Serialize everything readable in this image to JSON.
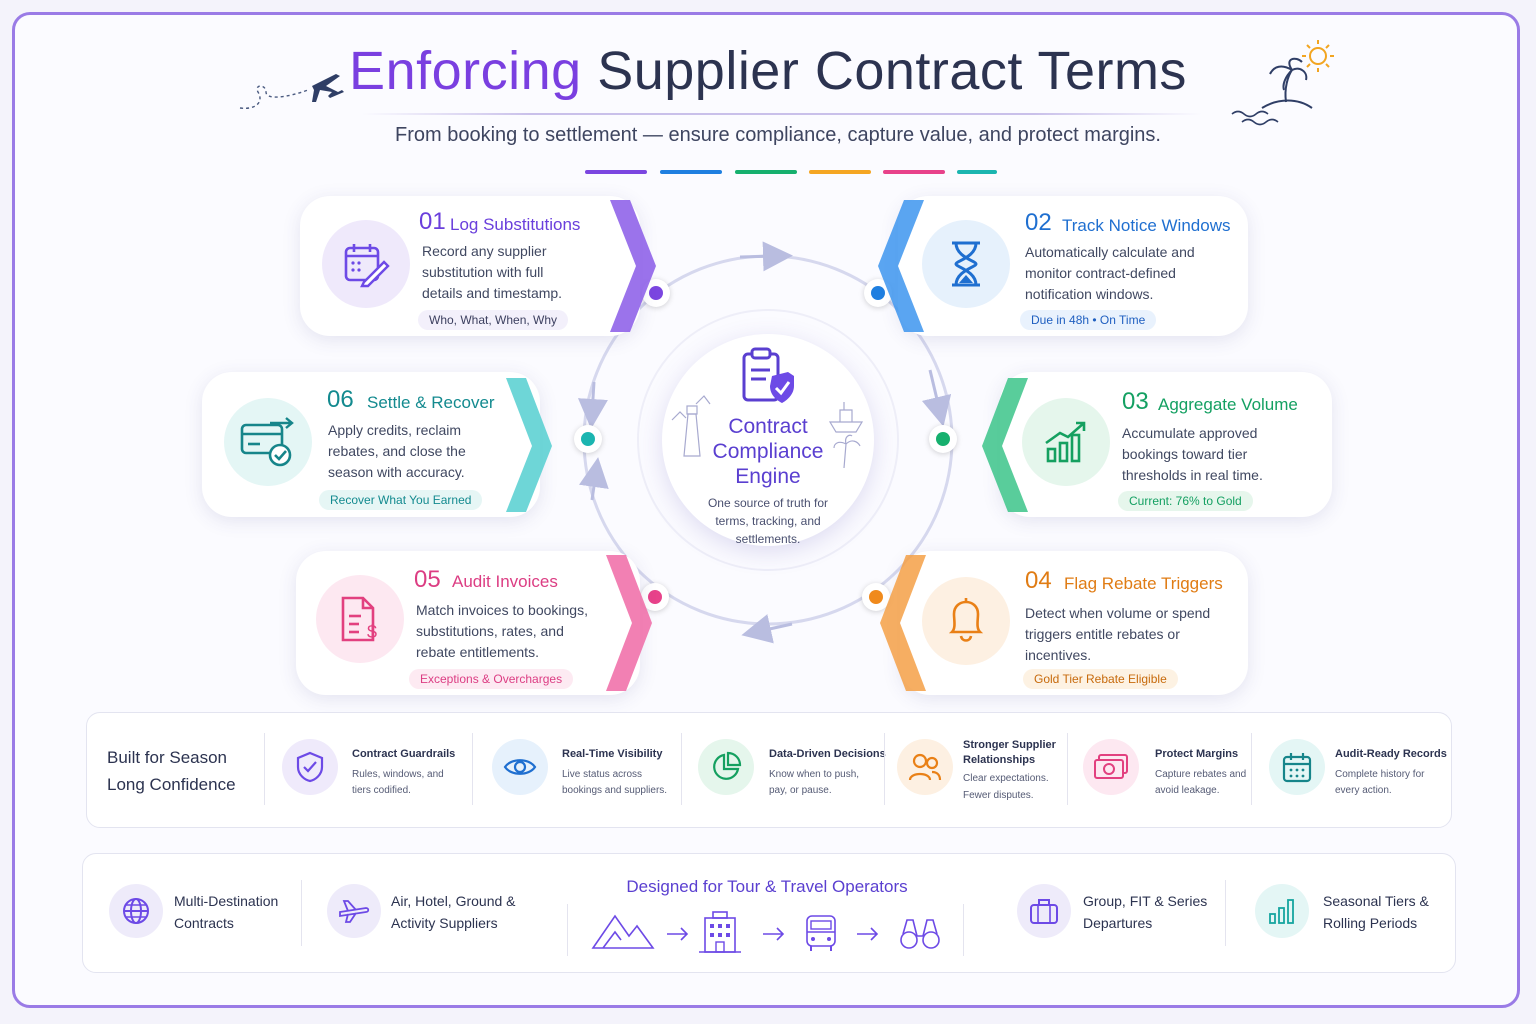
{
  "header": {
    "title_highlight": "Enforcing",
    "title_rest": "Supplier Contract Terms",
    "subtitle": "From booking to settlement — ensure compliance, capture value, and protect margins."
  },
  "colors": {
    "purple": "#7b46e0",
    "blue": "#1f7fe0",
    "green": "#16b06e",
    "orange": "#f08a1c",
    "pink": "#e8428a",
    "teal": "#1bb5b0"
  },
  "center": {
    "title_line1": "Contract",
    "title_line2": "Compliance",
    "title_line3": "Engine",
    "subtitle": "One source of truth for terms, tracking, and settlements."
  },
  "steps": [
    {
      "num": "01",
      "title": "Log Substitutions",
      "desc": "Record any supplier substitution with full details and timestamp.",
      "pill": "Who, What, When, Why",
      "icon": "calendar-edit-icon"
    },
    {
      "num": "02",
      "title": "Track Notice Windows",
      "desc": "Automatically calculate and monitor contract-defined notification windows.",
      "pill": "Due in 48h  •  On Time",
      "icon": "hourglass-icon"
    },
    {
      "num": "03",
      "title": "Aggregate Volume",
      "desc": "Accumulate approved bookings toward tier thresholds in real time.",
      "pill": "Current: 76% to Gold",
      "icon": "growth-chart-icon"
    },
    {
      "num": "04",
      "title": "Flag Rebate Triggers",
      "desc": "Detect when volume or spend triggers entitle rebates or incentives.",
      "pill": "Gold Tier Rebate Eligible",
      "icon": "bell-icon"
    },
    {
      "num": "05",
      "title": "Audit Invoices",
      "desc": "Match invoices to bookings, substitutions, rates, and rebate entitlements.",
      "pill": "Exceptions & Overcharges",
      "icon": "invoice-dollar-icon"
    },
    {
      "num": "06",
      "title": "Settle & Recover",
      "desc": "Apply credits, reclaim rebates, and close the season with accuracy.",
      "pill": "Recover What You Earned",
      "icon": "card-check-icon"
    }
  ],
  "features": {
    "heading_line1": "Built for Season",
    "heading_line2": "Long Confidence",
    "items": [
      {
        "title": "Contract Guardrails",
        "desc_line1": "Rules, windows, and",
        "desc_line2": "tiers codified.",
        "icon": "shield-check-icon"
      },
      {
        "title": "Real-Time Visibility",
        "desc_line1": "Live status across",
        "desc_line2": "bookings and suppliers.",
        "icon": "eye-icon"
      },
      {
        "title": "Data-Driven Decisions",
        "desc_line1": "Know when to push,",
        "desc_line2": "pay, or pause.",
        "icon": "pie-chart-icon"
      },
      {
        "title_line1": "Stronger Supplier",
        "title_line2": "Relationships",
        "desc_line1": "Clear expectations.",
        "desc_line2": "Fewer disputes.",
        "icon": "users-icon"
      },
      {
        "title": "Protect Margins",
        "desc_line1": "Capture rebates and",
        "desc_line2": "avoid leakage.",
        "icon": "money-icon"
      },
      {
        "title": "Audit-Ready Records",
        "desc_line1": "Complete history for",
        "desc_line2": "every action.",
        "icon": "calendar-icon"
      }
    ]
  },
  "operators": {
    "heading": "Designed for Tour & Travel Operators",
    "left": [
      {
        "line1": "Multi-Destination",
        "line2": "Contracts",
        "icon": "globe-icon"
      },
      {
        "line1": "Air, Hotel, Ground &",
        "line2": "Activity Suppliers",
        "icon": "plane-icon"
      }
    ],
    "right": [
      {
        "line1": "Group, FIT & Series",
        "line2": "Departures",
        "icon": "briefcase-icon"
      },
      {
        "line1": "Seasonal Tiers &",
        "line2": "Rolling Periods",
        "icon": "bar-chart-icon"
      }
    ],
    "flow_icons": [
      "mountains-icon",
      "hotel-icon",
      "bus-icon",
      "binoculars-icon"
    ]
  }
}
